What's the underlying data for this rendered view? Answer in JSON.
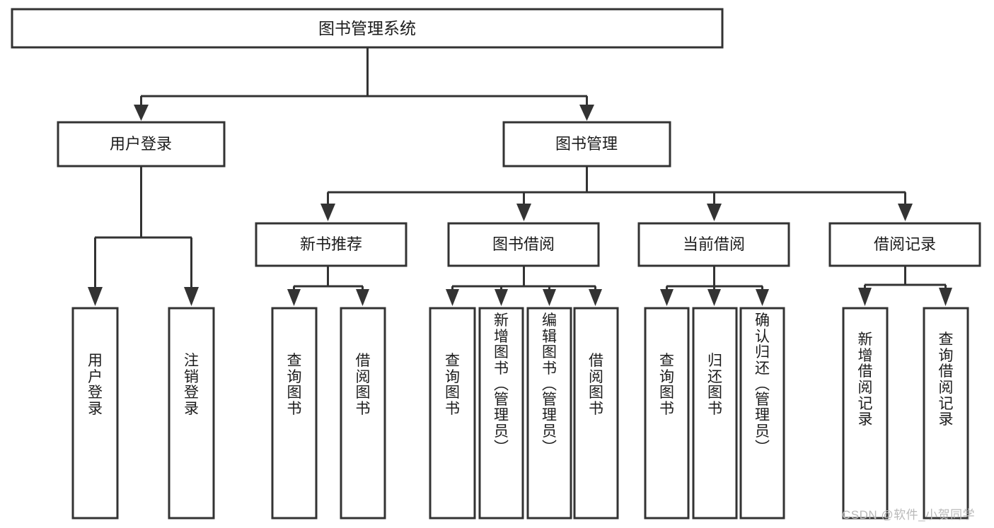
{
  "diagram": {
    "type": "tree-hierarchy-chart",
    "title": "图书管理系统",
    "background_color": "#ffffff",
    "box_stroke_color": "#333333",
    "box_fill_color": "#ffffff",
    "text_color": "#1c1c1c",
    "connector_color": "#333333"
  },
  "root": {
    "label": "图书管理系统"
  },
  "level2": [
    {
      "id": "user-login",
      "label": "用户登录"
    },
    {
      "id": "book-management",
      "label": "图书管理"
    }
  ],
  "level3": [
    {
      "id": "new-book-recommend",
      "label": "新书推荐",
      "parent": "book-management"
    },
    {
      "id": "book-borrow",
      "label": "图书借阅",
      "parent": "book-management"
    },
    {
      "id": "current-borrow",
      "label": "当前借阅",
      "parent": "book-management"
    },
    {
      "id": "borrow-record",
      "label": "借阅记录",
      "parent": "book-management"
    }
  ],
  "leaves": {
    "user_login": [
      {
        "id": "leaf-user-login",
        "label": "用户登录",
        "chars": [
          "用",
          "户",
          "登",
          "录"
        ]
      },
      {
        "id": "leaf-user-logout",
        "label": "注销登录",
        "chars": [
          "注",
          "销",
          "登",
          "录"
        ]
      }
    ],
    "new_book_recommend": [
      {
        "id": "leaf-query-book-1",
        "label": "查询图书",
        "chars": [
          "查",
          "询",
          "图",
          "书"
        ]
      },
      {
        "id": "leaf-borrow-book-1",
        "label": "借阅图书",
        "chars": [
          "借",
          "阅",
          "图",
          "书"
        ]
      }
    ],
    "book_borrow": [
      {
        "id": "leaf-query-book-2",
        "label": "查询图书",
        "chars": [
          "查",
          "询",
          "图",
          "书"
        ]
      },
      {
        "id": "leaf-add-book",
        "label": "新增图书（管理员）",
        "chars": [
          "新",
          "增",
          "图",
          "书",
          "（",
          "管",
          "理",
          "员",
          "）"
        ]
      },
      {
        "id": "leaf-edit-book",
        "label": "编辑图书（管理员）",
        "chars": [
          "编",
          "辑",
          "图",
          "书",
          "（",
          "管",
          "理",
          "员",
          "）"
        ]
      },
      {
        "id": "leaf-borrow-book-2",
        "label": "借阅图书",
        "chars": [
          "借",
          "阅",
          "图",
          "书"
        ]
      }
    ],
    "current_borrow": [
      {
        "id": "leaf-query-book-3",
        "label": "查询图书",
        "chars": [
          "查",
          "询",
          "图",
          "书"
        ]
      },
      {
        "id": "leaf-return-book",
        "label": "归还图书",
        "chars": [
          "归",
          "还",
          "图",
          "书"
        ]
      },
      {
        "id": "leaf-confirm-return",
        "label": "确认归还（管理员）",
        "chars": [
          "确",
          "认",
          "归",
          "还",
          "（",
          "管",
          "理",
          "员",
          "）"
        ]
      }
    ],
    "borrow_record": [
      {
        "id": "leaf-add-record",
        "label": "新增借阅记录",
        "chars": [
          "新",
          "增",
          "借",
          "阅",
          "记",
          "录"
        ]
      },
      {
        "id": "leaf-query-record",
        "label": "查询借阅记录",
        "chars": [
          "查",
          "询",
          "借",
          "阅",
          "记",
          "录"
        ]
      }
    ]
  },
  "watermark": {
    "text": "CSDN @软件_小贺同学"
  }
}
